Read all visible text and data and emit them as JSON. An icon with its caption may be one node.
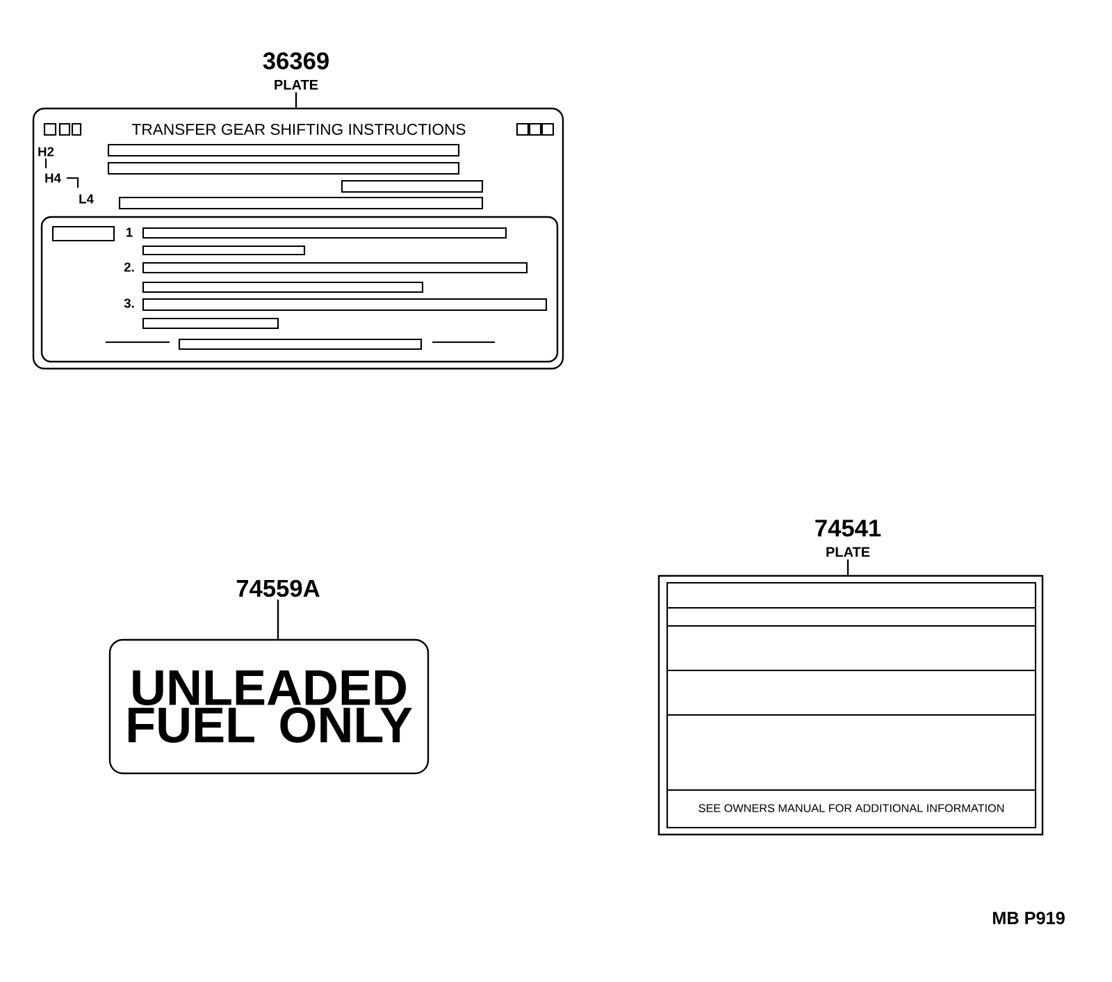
{
  "diagram": {
    "nodes": [
      {
        "text": [
          "36369",
          "PLATE"
        ]
      },
      {
        "text": [
          "TRANSFER GEAR SHIFTING INSTRUCTIONS",
          "H2",
          "H4",
          "L4"
        ]
      },
      {
        "text": [
          "1",
          "2.",
          "3."
        ],
        "in": 1
      },
      {
        "text": [
          "74559A"
        ]
      },
      {
        "text": [
          "UNLEADED FUEL ONLY"
        ]
      },
      {
        "text": [
          "74541",
          "PLATE"
        ]
      },
      {
        "text": [
          "SEE OWNERS MANUAL FOR ADDITIONAL INFORMATION"
        ]
      }
    ],
    "edges": [
      {
        "from": 0,
        "to": 1,
        "arrow": "none"
      },
      {
        "from": 3,
        "to": 4,
        "arrow": "none"
      },
      {
        "from": 5,
        "to": 6,
        "arrow": "none"
      }
    ],
    "labels": [
      "MB P919"
    ]
  }
}
